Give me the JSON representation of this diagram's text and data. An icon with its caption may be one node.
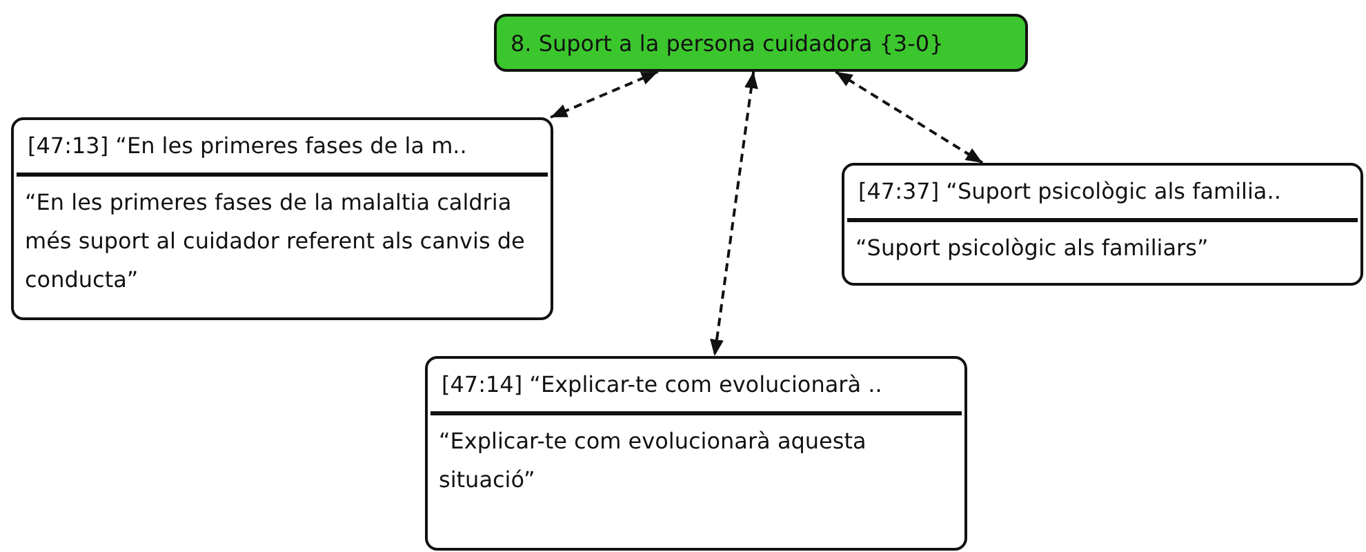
{
  "diagram": {
    "nodes": [
      {
        "text": [
          "8. Suport a la persona cuidadora {3-0}"
        ]
      },
      {
        "text": [
          "[47:13] “En les primeres fases de la m..",
          "“En les primeres fases de la malaltia caldria més suport al cuidador referent als canvis de conducta”"
        ]
      },
      {
        "text": [
          "[47:37] “Suport psicològic als familia..",
          "“Suport psicològic als familiars”"
        ]
      },
      {
        "text": [
          "[47:14] “Explicar-te com evolucionarà ..",
          "“Explicar-te com evolucionarà aquesta situació”"
        ]
      }
    ],
    "edges": [
      {
        "from": 0,
        "to": 1,
        "arrow": "both",
        "style": "dashed"
      },
      {
        "from": 0,
        "to": 2,
        "arrow": "both",
        "style": "dashed"
      },
      {
        "from": 0,
        "to": 3,
        "arrow": "both",
        "style": "dashed"
      }
    ]
  }
}
